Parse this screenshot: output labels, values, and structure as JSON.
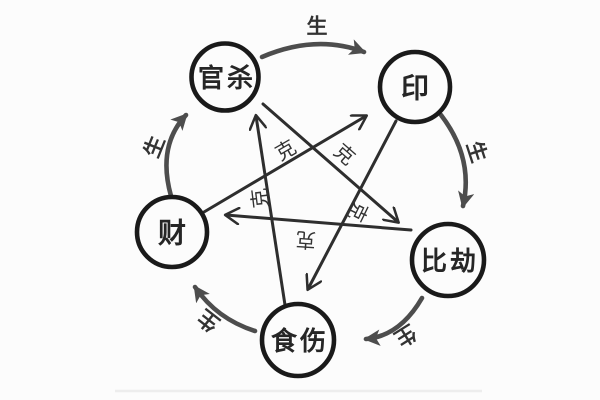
{
  "diagram": {
    "type": "cycle-diagram",
    "description_nodes": "Ten Gods five-element cycle",
    "nodes": [
      {
        "id": "guansha",
        "label": "官杀"
      },
      {
        "id": "yin",
        "label": "印"
      },
      {
        "id": "bijie",
        "label": "比劫"
      },
      {
        "id": "shishang",
        "label": "食伤"
      },
      {
        "id": "cai",
        "label": "财"
      }
    ],
    "generate_edges": [
      {
        "from": "官杀",
        "to": "印",
        "label": "生",
        "position": "top"
      },
      {
        "from": "印",
        "to": "比劫",
        "label": "生",
        "position": "right"
      },
      {
        "from": "比劫",
        "to": "食伤",
        "label": "生",
        "position": "bottom-right"
      },
      {
        "from": "食伤",
        "to": "财",
        "label": "生",
        "position": "bottom-left"
      },
      {
        "from": "财",
        "to": "官杀",
        "label": "生",
        "position": "left"
      }
    ],
    "overcome_edges": [
      {
        "from": "财",
        "to": "印",
        "label": "克"
      },
      {
        "from": "官杀",
        "to": "比劫",
        "label": "克"
      },
      {
        "from": "食伤",
        "to": "官杀",
        "label": "克"
      },
      {
        "from": "印",
        "to": "食伤",
        "label": "克"
      },
      {
        "from": "比劫",
        "to": "财",
        "label": "克"
      }
    ],
    "colors": {
      "background": "#fcfcfc",
      "circle_stroke": "#1a1a1a",
      "node_text": "#262626",
      "generate_arrow": "#4d4d4d",
      "overcome_arrow": "#2e2e2e",
      "label_text": "#333333",
      "shadow_line": "#e2e2e2"
    }
  }
}
